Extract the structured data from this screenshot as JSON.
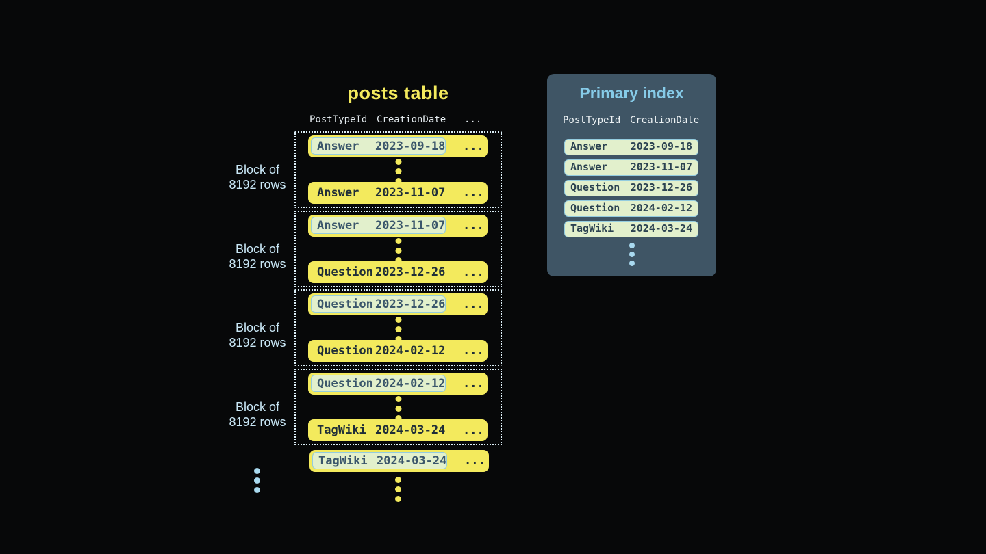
{
  "colors": {
    "background": "#070809",
    "row_yellow": "#f3ea5d",
    "row_text_dark": "#1f2e38",
    "highlight_green": "#e2f0cc",
    "highlight_border_blue": "#94ccdf",
    "highlight_text_slate": "#3a566b",
    "block_dotted_border": "#dceef7",
    "label_light_blue": "#c9e7f6",
    "panel_background": "#3f5565",
    "panel_title_blue": "#86cbe8",
    "header_text": "#e3eaee",
    "ellipsis_dot_blue": "#a9d9ef"
  },
  "posts_table": {
    "title": "posts table",
    "columns": [
      "PostTypeId",
      "CreationDate",
      "..."
    ],
    "row_more": "...",
    "blocks": [
      {
        "label": [
          "Block of",
          "8192 rows"
        ],
        "first_row": {
          "type": "Answer",
          "date": "2023-09-18"
        },
        "last_row": {
          "type": "Answer",
          "date": "2023-11-07"
        }
      },
      {
        "label": [
          "Block of",
          "8192 rows"
        ],
        "first_row": {
          "type": "Answer",
          "date": "2023-11-07"
        },
        "last_row": {
          "type": "Question",
          "date": "2023-12-26"
        }
      },
      {
        "label": [
          "Block of",
          "8192 rows"
        ],
        "first_row": {
          "type": "Question",
          "date": "2023-12-26"
        },
        "last_row": {
          "type": "Question",
          "date": "2024-02-12"
        }
      },
      {
        "label": [
          "Block of",
          "8192 rows"
        ],
        "first_row": {
          "type": "Question",
          "date": "2024-02-12"
        },
        "last_row": {
          "type": "TagWiki",
          "date": "2024-03-24"
        }
      }
    ],
    "overflow_row": {
      "type": "TagWiki",
      "date": "2024-03-24"
    }
  },
  "primary_index": {
    "title": "Primary index",
    "columns": [
      "PostTypeId",
      "CreationDate"
    ],
    "rows": [
      {
        "type": "Answer",
        "date": "2023-09-18"
      },
      {
        "type": "Answer",
        "date": "2023-11-07"
      },
      {
        "type": "Question",
        "date": "2023-12-26"
      },
      {
        "type": "Question",
        "date": "2024-02-12"
      },
      {
        "type": "TagWiki",
        "date": "2024-03-24"
      }
    ]
  }
}
